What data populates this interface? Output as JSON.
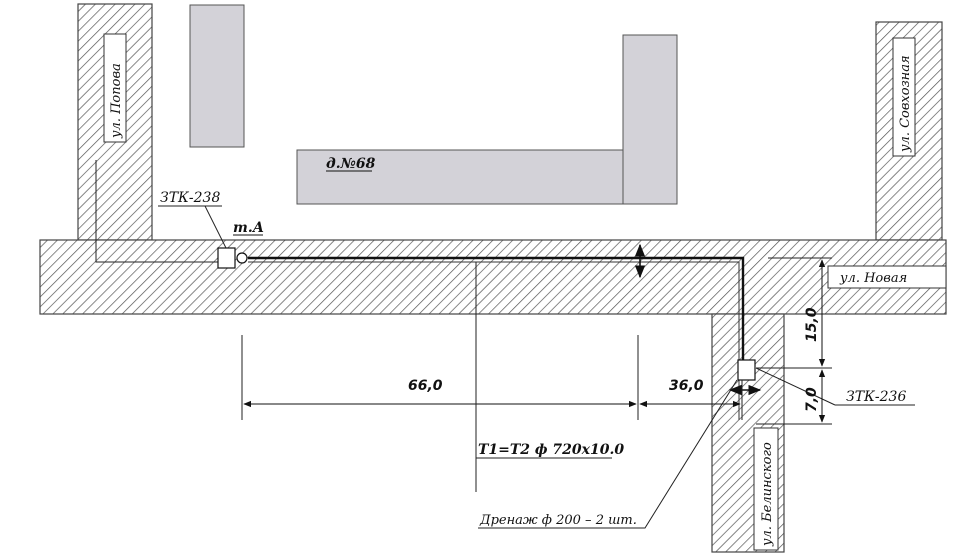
{
  "streets": {
    "popova": "ул. Попова",
    "sovkhoznaya": "ул. Совхозная",
    "novaya": "ул. Новая",
    "belinskogo": "ул. Белинского"
  },
  "building_label": "д.№68",
  "chambers": {
    "left": "ЗТК-238",
    "right": "ЗТК-236"
  },
  "point_label": "т.А",
  "dimensions": {
    "d66": "66,0",
    "d36": "36,0",
    "d15": "15,0",
    "d7": "7,0"
  },
  "pipe_label": "Т1=Т2 ф 720х10.0",
  "drainage_label": "Дренаж ф 200 – 2 шт.",
  "colors": {
    "building_fill": "#d3d2d8",
    "hatch": "#444444",
    "pipe": "#111111"
  }
}
